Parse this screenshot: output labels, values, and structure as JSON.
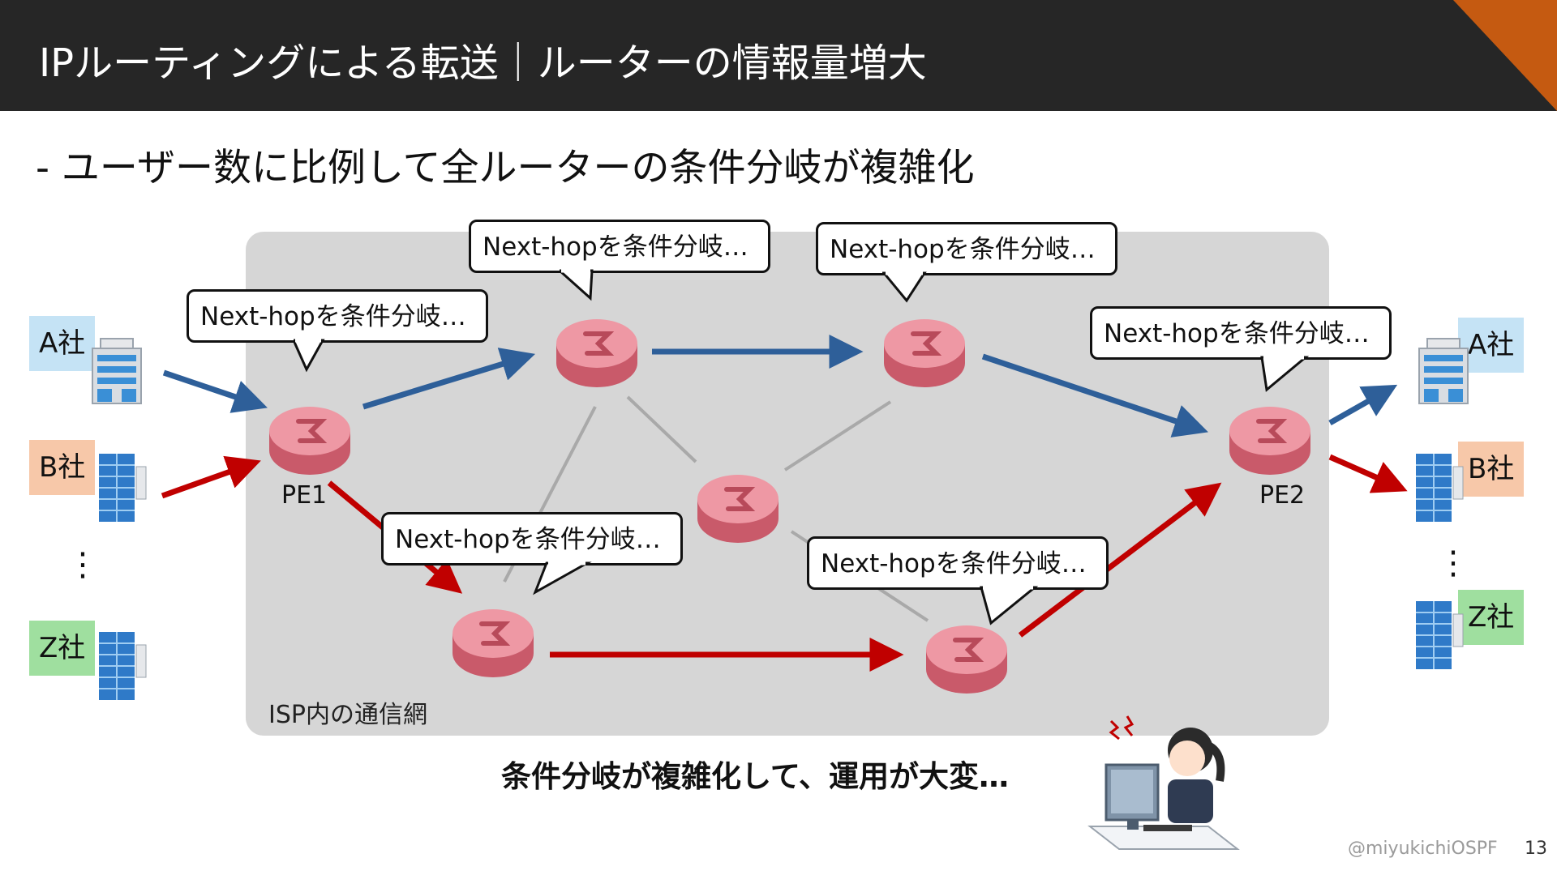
{
  "header": {
    "title": "IPルーティングによる転送｜ルーターの情報量増大"
  },
  "subtitle": "- ユーザー数に比例して全ルーターの条件分岐が複雑化",
  "isp_label": "ISP内の通信網",
  "routers": {
    "pe1_label": "PE1",
    "pe2_label": "PE2"
  },
  "callout_text": "Next-hopを条件分岐…",
  "companies_left": [
    {
      "label": "A社",
      "color": "#c5e3f5"
    },
    {
      "label": "B社",
      "color": "#f7c8a9"
    },
    {
      "label": "Z社",
      "color": "#9fdf9f"
    }
  ],
  "companies_right": [
    {
      "label": "A社",
      "color": "#c5e3f5"
    },
    {
      "label": "B社",
      "color": "#f7c8a9"
    },
    {
      "label": "Z社",
      "color": "#9fdf9f"
    }
  ],
  "ellipsis": "⋮",
  "bottom_message": "条件分岐が複雑化して、運用が大変…",
  "footer": {
    "handle": "@miyukichiOSPF",
    "page": "13"
  },
  "colors": {
    "header_bg": "#262626",
    "accent": "#c55a11",
    "blue_flow": "#2e5f99",
    "red_flow": "#c00000",
    "isp_bg": "#d6d6d6"
  }
}
